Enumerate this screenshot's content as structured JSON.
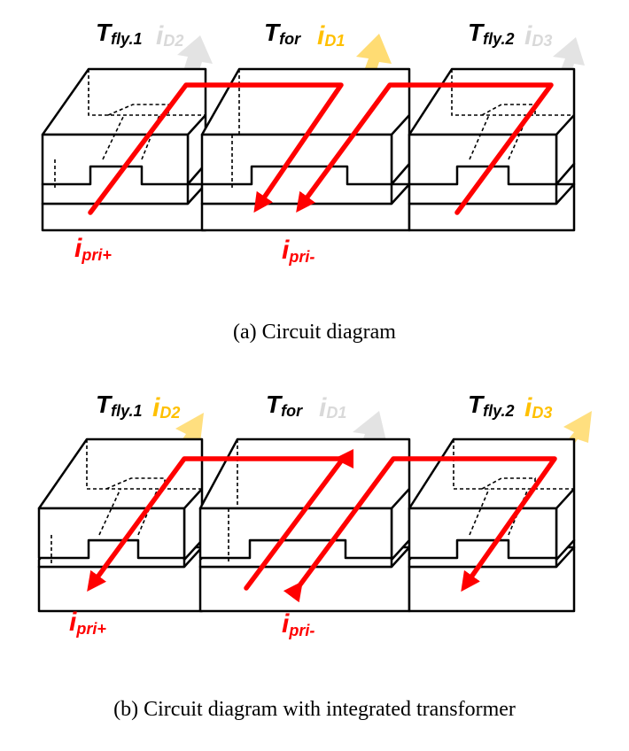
{
  "colors": {
    "primary_current": "#ff0000",
    "active_flux": "#ffc000",
    "inactive_flux": "#d9d9d9",
    "core_outline": "#000000"
  },
  "diagram_a": {
    "caption": "(a)  Circuit  diagram",
    "labels": [
      {
        "main": "T",
        "sub": "fly.1",
        "current": "i",
        "current_sub": "D2",
        "state": "inactive"
      },
      {
        "main": "T",
        "sub": "for",
        "current": "i",
        "current_sub": "D1",
        "state": "active"
      },
      {
        "main": "T",
        "sub": "fly.2",
        "current": "i",
        "current_sub": "D3",
        "state": "inactive"
      }
    ],
    "currents": [
      {
        "main": "i",
        "sub": "pri+"
      },
      {
        "main": "i",
        "sub": "pri-"
      }
    ]
  },
  "diagram_b": {
    "caption": "(b)  Circuit  diagram  with  integrated  transformer",
    "labels": [
      {
        "main": "T",
        "sub": "fly.1",
        "current": "i",
        "current_sub": "D2",
        "state": "active"
      },
      {
        "main": "T",
        "sub": "for",
        "current": "i",
        "current_sub": "D1",
        "state": "inactive"
      },
      {
        "main": "T",
        "sub": "fly.2",
        "current": "i",
        "current_sub": "D3",
        "state": "active"
      }
    ],
    "currents": [
      {
        "main": "i",
        "sub": "pri+"
      },
      {
        "main": "i",
        "sub": "pri-"
      }
    ]
  }
}
